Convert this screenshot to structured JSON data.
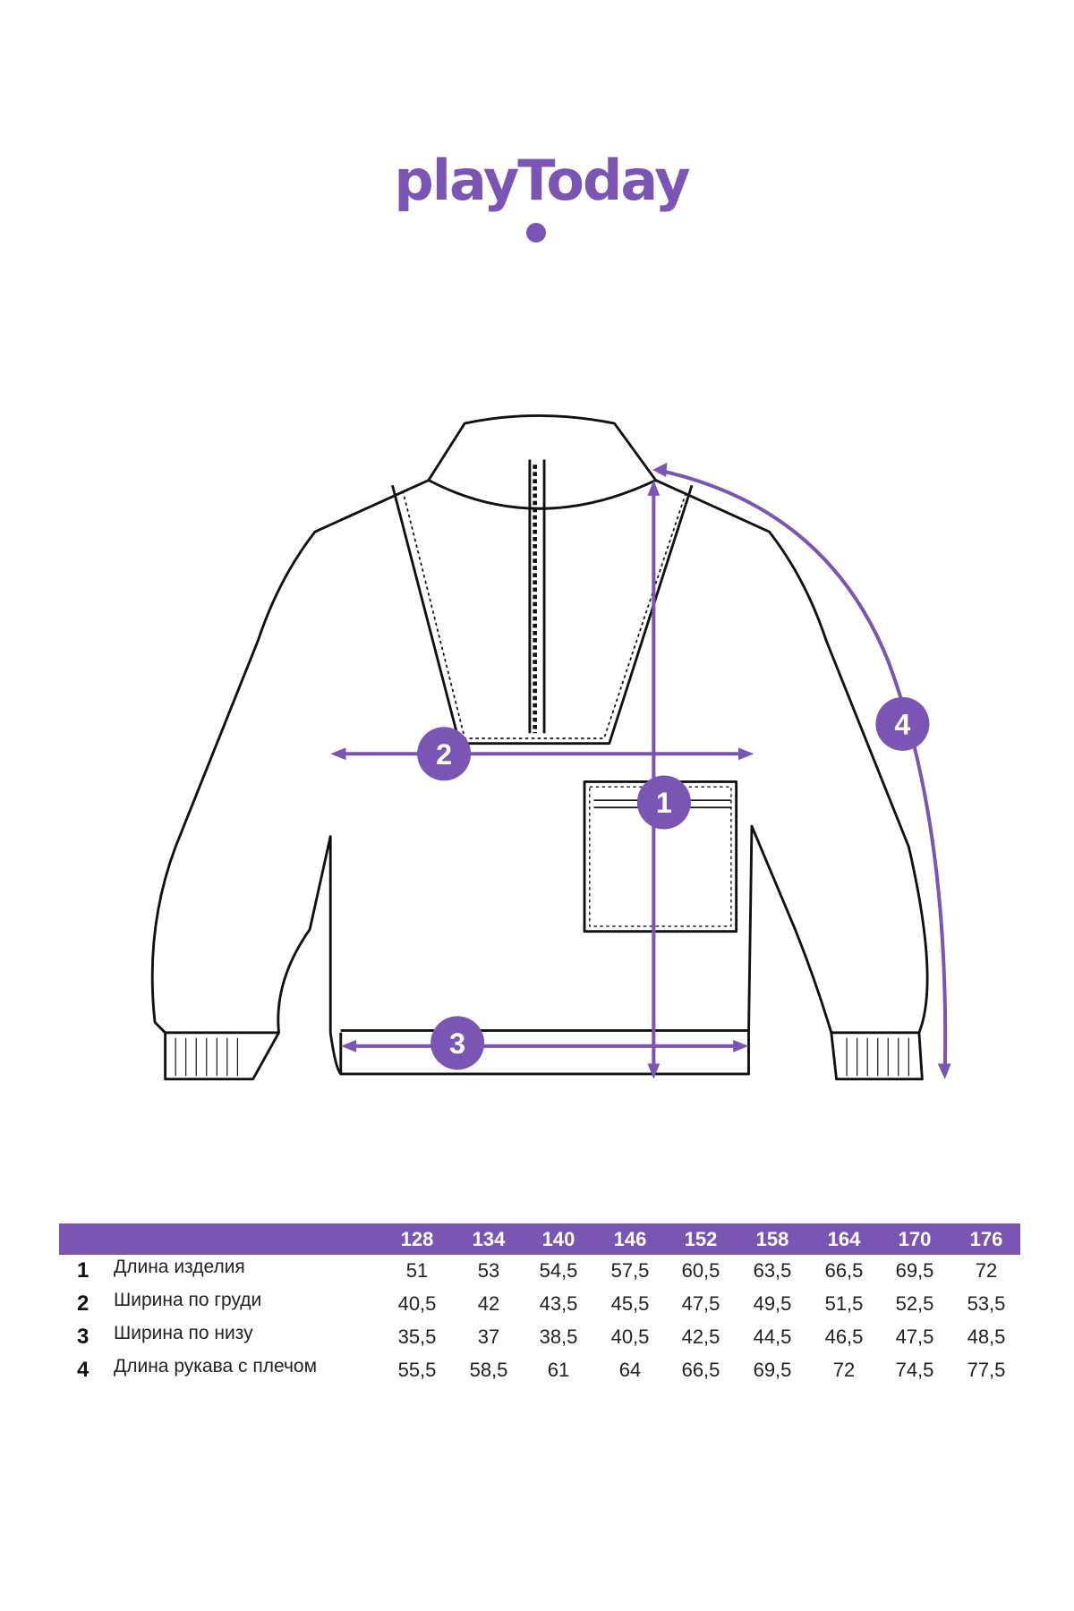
{
  "brand": {
    "name": "playToday",
    "color": "#7b55b3"
  },
  "markers": [
    "1",
    "2",
    "3",
    "4"
  ],
  "table": {
    "sizes": [
      "128",
      "134",
      "140",
      "146",
      "152",
      "158",
      "164",
      "170",
      "176"
    ],
    "rows": [
      {
        "num": "1",
        "label": "Длина изделия",
        "values": [
          "51",
          "53",
          "54,5",
          "57,5",
          "60,5",
          "63,5",
          "66,5",
          "69,5",
          "72"
        ]
      },
      {
        "num": "2",
        "label": "Ширина по груди",
        "values": [
          "40,5",
          "42",
          "43,5",
          "45,5",
          "47,5",
          "49,5",
          "51,5",
          "52,5",
          "53,5"
        ]
      },
      {
        "num": "3",
        "label": "Ширина по низу",
        "values": [
          "35,5",
          "37",
          "38,5",
          "40,5",
          "42,5",
          "44,5",
          "46,5",
          "47,5",
          "48,5"
        ]
      },
      {
        "num": "4",
        "label": "Длина рукава с плечом",
        "values": [
          "55,5",
          "58,5",
          "61",
          "64",
          "66,5",
          "69,5",
          "72",
          "74,5",
          "77,5"
        ]
      }
    ]
  }
}
